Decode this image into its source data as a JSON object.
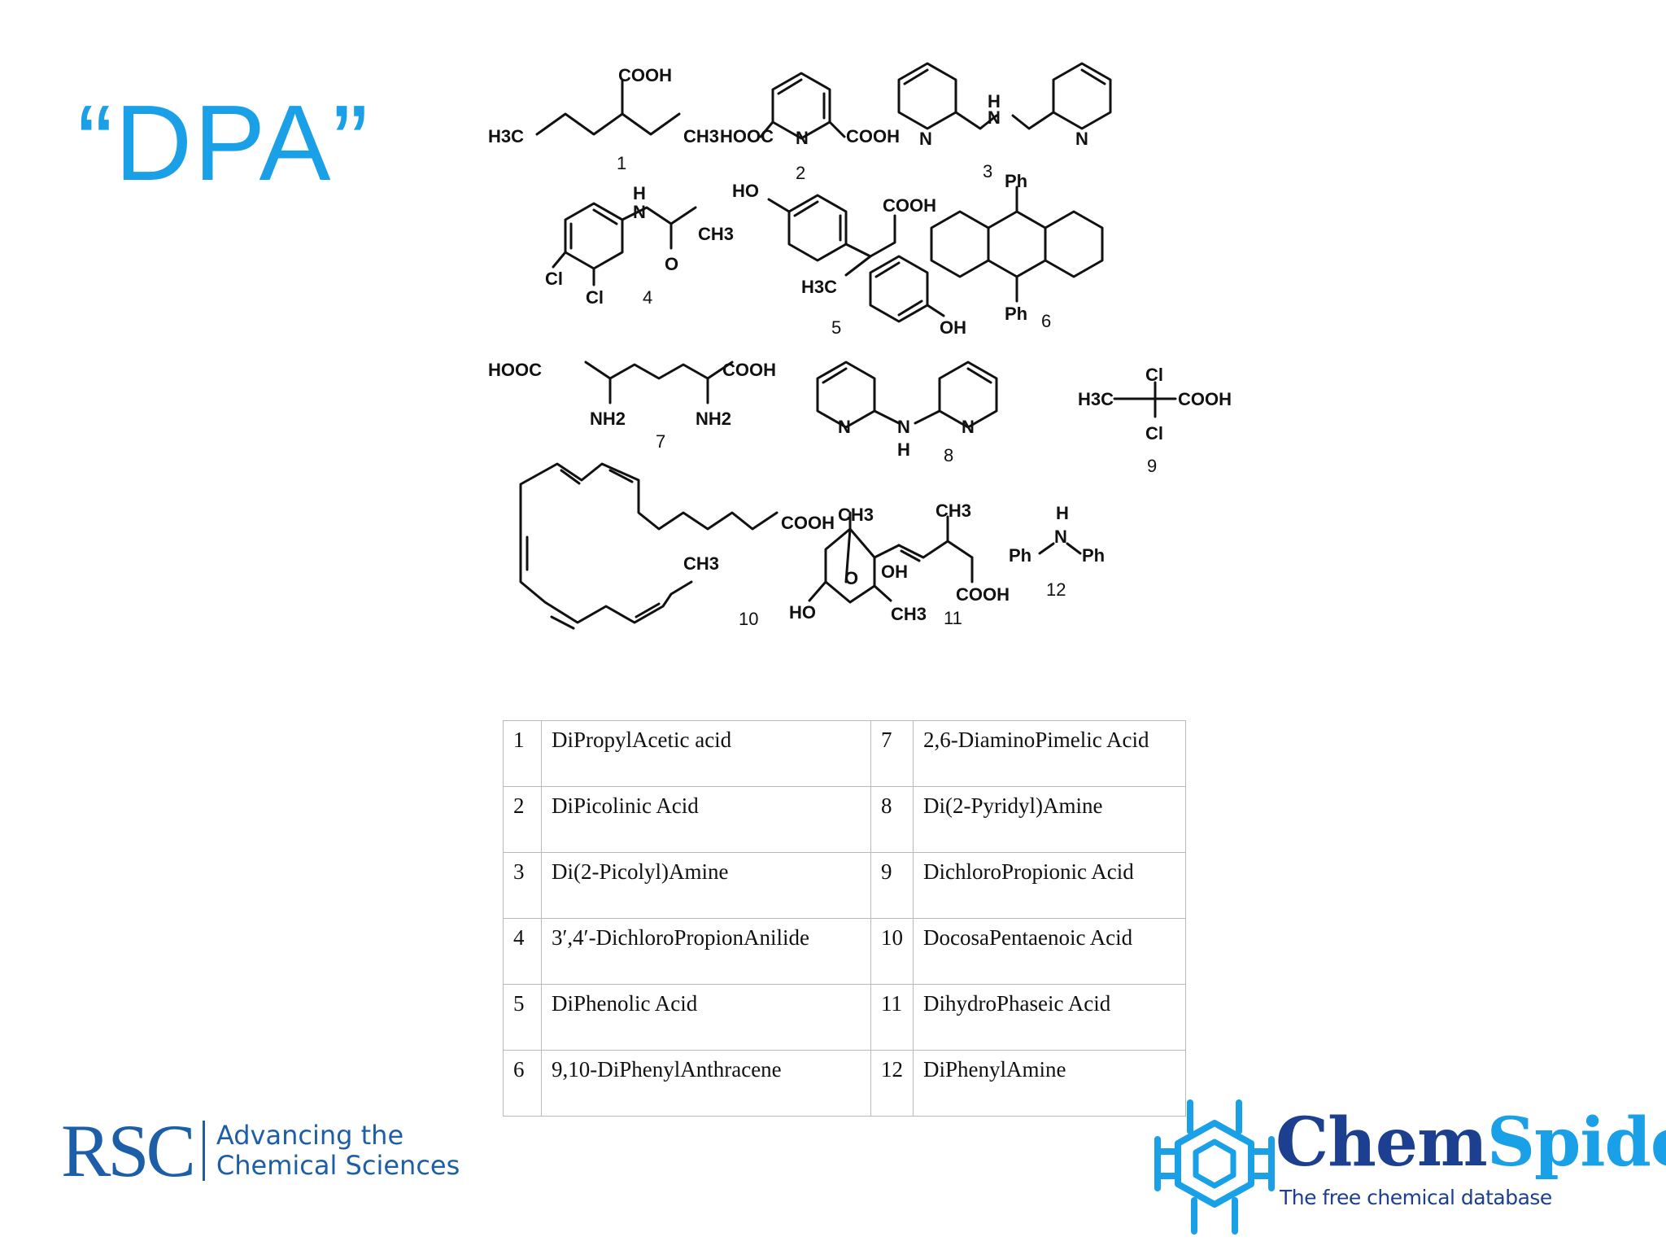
{
  "title": "“DPA”",
  "figure": {
    "labels": {
      "cooh": "COOH",
      "hooc": "HOOC",
      "h3c": "H3C",
      "ch3": "CH3",
      "h": "H",
      "n": "N",
      "nh2": "NH2",
      "cl": "Cl",
      "o": "O",
      "ho": "HO",
      "oh": "OH",
      "ph": "Ph"
    },
    "numbers": [
      "1",
      "2",
      "3",
      "4",
      "5",
      "6",
      "7",
      "8",
      "9",
      "10",
      "11",
      "12"
    ]
  },
  "table": {
    "rows": [
      {
        "n1": "1",
        "name1": "DiPropylAcetic acid",
        "n2": "7",
        "name2": "2,6-DiaminoPimelic Acid"
      },
      {
        "n1": "2",
        "name1": "DiPicolinic Acid",
        "n2": "8",
        "name2": "Di(2-Pyridyl)Amine"
      },
      {
        "n1": "3",
        "name1": "Di(2-Picolyl)Amine",
        "n2": "9",
        "name2": "DichloroPropionic Acid"
      },
      {
        "n1": "4",
        "name1": "3′,4′-DichloroPropionAnilide",
        "n2": "10",
        "name2": "DocosaPentaenoic Acid"
      },
      {
        "n1": "5",
        "name1": "DiPhenolic Acid",
        "n2": "11",
        "name2": "DihydroPhaseic Acid"
      },
      {
        "n1": "6",
        "name1": "9,10-DiPhenylAnthracene",
        "n2": "12",
        "name2": "DiPhenylAmine"
      }
    ]
  },
  "rsc": {
    "mark": "RSC",
    "line1": "Advancing the",
    "line2": "Chemical Sciences"
  },
  "chemspider": {
    "name_a": "Chem",
    "name_b": "Spider",
    "tagline": "The free chemical database",
    "color_a": "#1c3f8f",
    "color_b": "#1aa0e6",
    "logo_icon": "spider-icon"
  },
  "colors": {
    "title": "#1aa0e6",
    "rsc": "#1d5ea8"
  }
}
